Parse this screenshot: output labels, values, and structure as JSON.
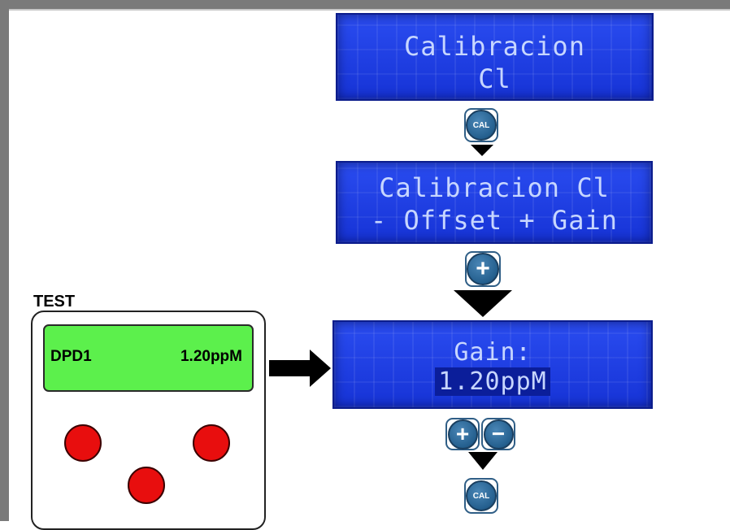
{
  "screens": [
    {
      "line1": "Calibracion",
      "line2": "Cl"
    },
    {
      "line1": "Calibracion Cl",
      "line2": "- Offset + Gain"
    },
    {
      "line1": "Gain:",
      "line2": "1.20ppM"
    }
  ],
  "buttons": {
    "cal_label": "CAL",
    "plus_symbol": "+",
    "minus_symbol": "−"
  },
  "test_device": {
    "title": "TEST",
    "display_left": "DPD1",
    "display_right": "1.20ppM"
  },
  "colors": {
    "lcd_blue": "#1b3fe0",
    "lcd_text": "#c7d6ff",
    "test_lcd_green": "#5cf04c",
    "button_red": "#e80e0e",
    "button_blue": "#245f8e"
  },
  "icons": [
    "cal-button-icon",
    "plus-button-icon",
    "minus-button-icon",
    "down-arrow-icon",
    "right-arrow-icon"
  ]
}
